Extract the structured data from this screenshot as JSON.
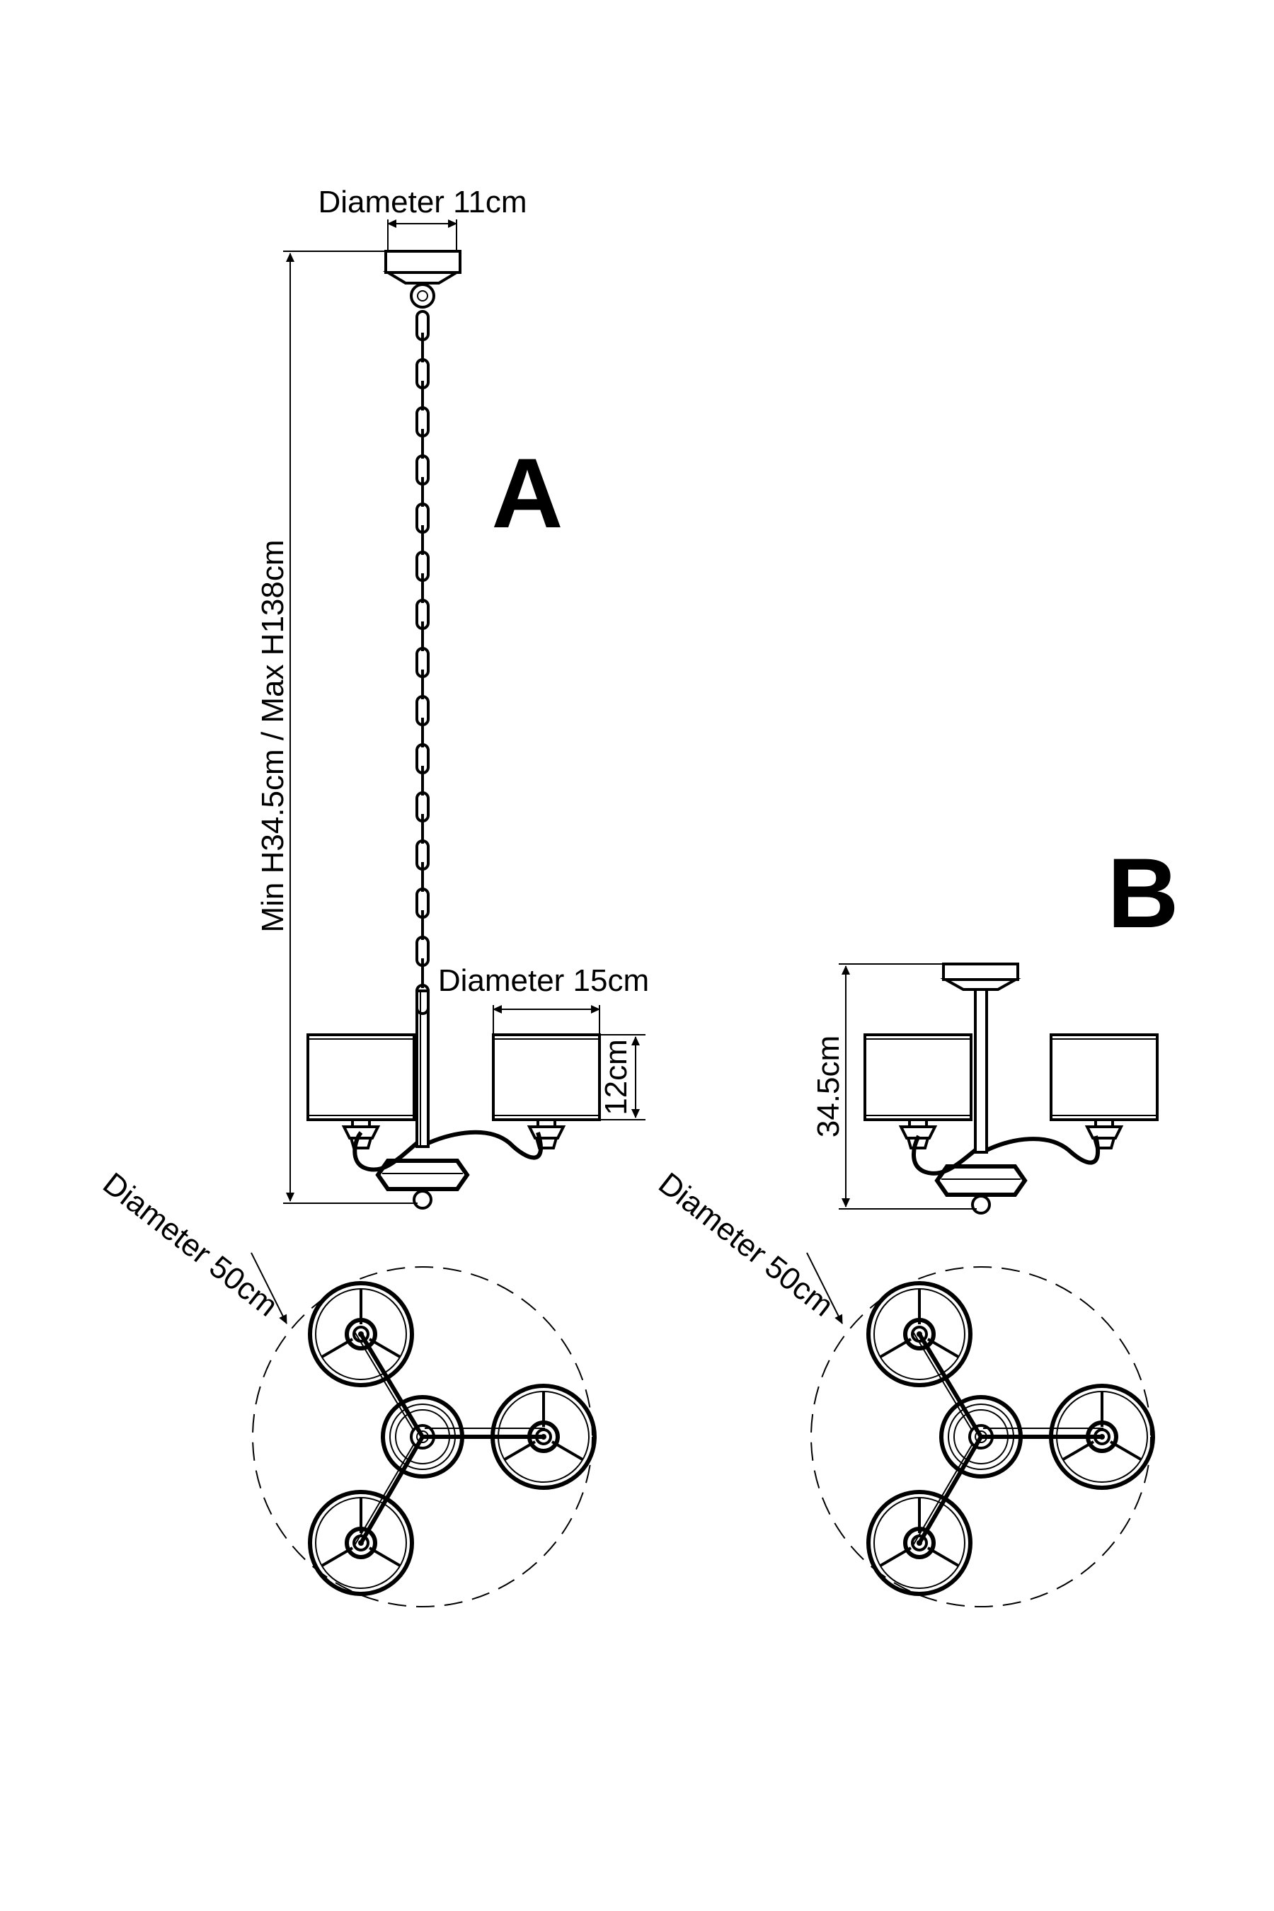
{
  "variant_a": {
    "letter": "A",
    "canopy_diameter": "Diameter 11cm",
    "height_range": "Min H34.5cm / Max H138cm",
    "shade_diameter": "Diameter 15cm",
    "shade_height": "12cm",
    "overall_diameter": "Diameter 50cm"
  },
  "variant_b": {
    "letter": "B",
    "height": "34.5cm",
    "overall_diameter": "Diameter 50cm"
  }
}
